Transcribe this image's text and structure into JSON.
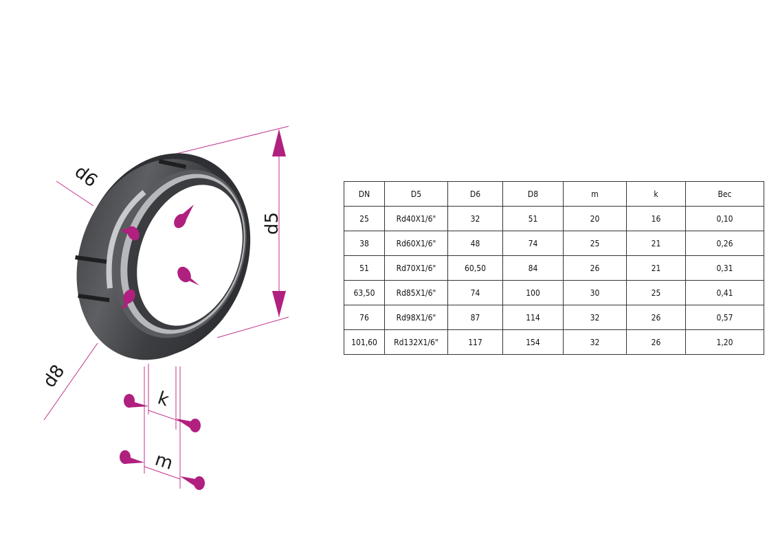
{
  "dimension_labels": {
    "d6": "d6",
    "d5": "d5",
    "d8": "d8",
    "k": "k",
    "m": "m"
  },
  "colors": {
    "arrow": "#b0207f",
    "ring_dark": "#3a3b3e",
    "ring_mid": "#58595d",
    "ring_light": "#b7b8bb",
    "leader_line": "#c0308a"
  },
  "table": {
    "headers": [
      "DN",
      "D5",
      "D6",
      "D8",
      "m",
      "k",
      "Вес"
    ],
    "rows": [
      [
        "25",
        "Rd40X1/6\"",
        "32",
        "51",
        "20",
        "16",
        "0,10"
      ],
      [
        "38",
        "Rd60X1/6\"",
        "48",
        "74",
        "25",
        "21",
        "0,26"
      ],
      [
        "51",
        "Rd70X1/6\"",
        "60,50",
        "84",
        "26",
        "21",
        "0,31"
      ],
      [
        "63,50",
        "Rd85X1/6\"",
        "74",
        "100",
        "30",
        "25",
        "0,41"
      ],
      [
        "76",
        "Rd98X1/6\"",
        "87",
        "114",
        "32",
        "26",
        "0,57"
      ],
      [
        "101,60",
        "Rd132X1/6\"",
        "117",
        "154",
        "32",
        "26",
        "1,20"
      ]
    ]
  }
}
